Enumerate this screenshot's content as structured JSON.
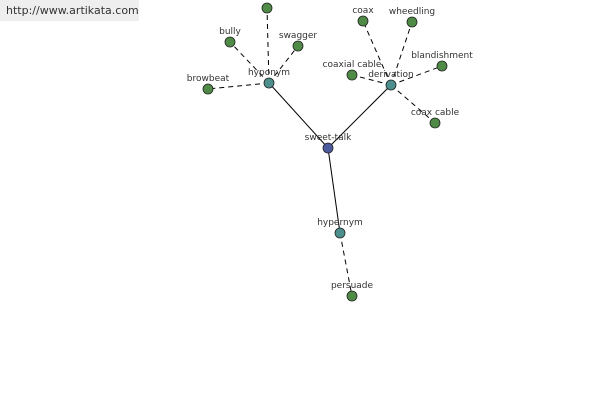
{
  "watermark": "http://www.artikata.com",
  "colors": {
    "center": "#4b5b9e",
    "relation": "#4d8f8c",
    "leaf": "#4f8a46"
  },
  "graph": {
    "center": {
      "id": "sweet-talk",
      "label": "sweet-talk"
    },
    "relations": [
      {
        "id": "hyponym",
        "label": "hyponym"
      },
      {
        "id": "derivation",
        "label": "derivation"
      },
      {
        "id": "hypernym",
        "label": "hypernym"
      }
    ],
    "leaves": [
      {
        "id": "leaf-top",
        "label": "",
        "relation": "hyponym"
      },
      {
        "id": "bully",
        "label": "bully",
        "relation": "hyponym"
      },
      {
        "id": "swagger",
        "label": "swagger",
        "relation": "hyponym"
      },
      {
        "id": "browbeat",
        "label": "browbeat",
        "relation": "hyponym"
      },
      {
        "id": "coax",
        "label": "coax",
        "relation": "derivation"
      },
      {
        "id": "wheedling",
        "label": "wheedling",
        "relation": "derivation"
      },
      {
        "id": "blandishment",
        "label": "blandishment",
        "relation": "derivation"
      },
      {
        "id": "coaxial-cable",
        "label": "coaxial cable",
        "relation": "derivation"
      },
      {
        "id": "coax-cable",
        "label": "coax cable",
        "relation": "derivation"
      },
      {
        "id": "persuade",
        "label": "persuade",
        "relation": "hypernym"
      }
    ]
  }
}
